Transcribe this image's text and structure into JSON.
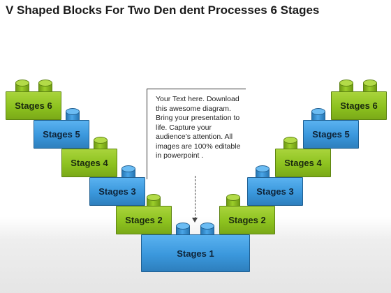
{
  "title": "V Shaped Blocks For Two Den dent Processes 6 Stages",
  "note": {
    "text": "Your Text here. Download this awesome diagram. Bring your presentation to life. Capture your audience’s attention. All images are 100% editable in powerpoint ."
  },
  "stages": {
    "center": "Stages 1",
    "left": [
      "Stages 2",
      "Stages 3",
      "Stages 4",
      "Stages 5",
      "Stages 6"
    ],
    "right": [
      "Stages 2",
      "Stages 3",
      "Stages 4",
      "Stages 5",
      "Stages 6"
    ]
  },
  "colors": {
    "green": "#8dc21f",
    "blue": "#3a97dc"
  },
  "icons": {
    "arrow": "dashed-down-arrow"
  }
}
